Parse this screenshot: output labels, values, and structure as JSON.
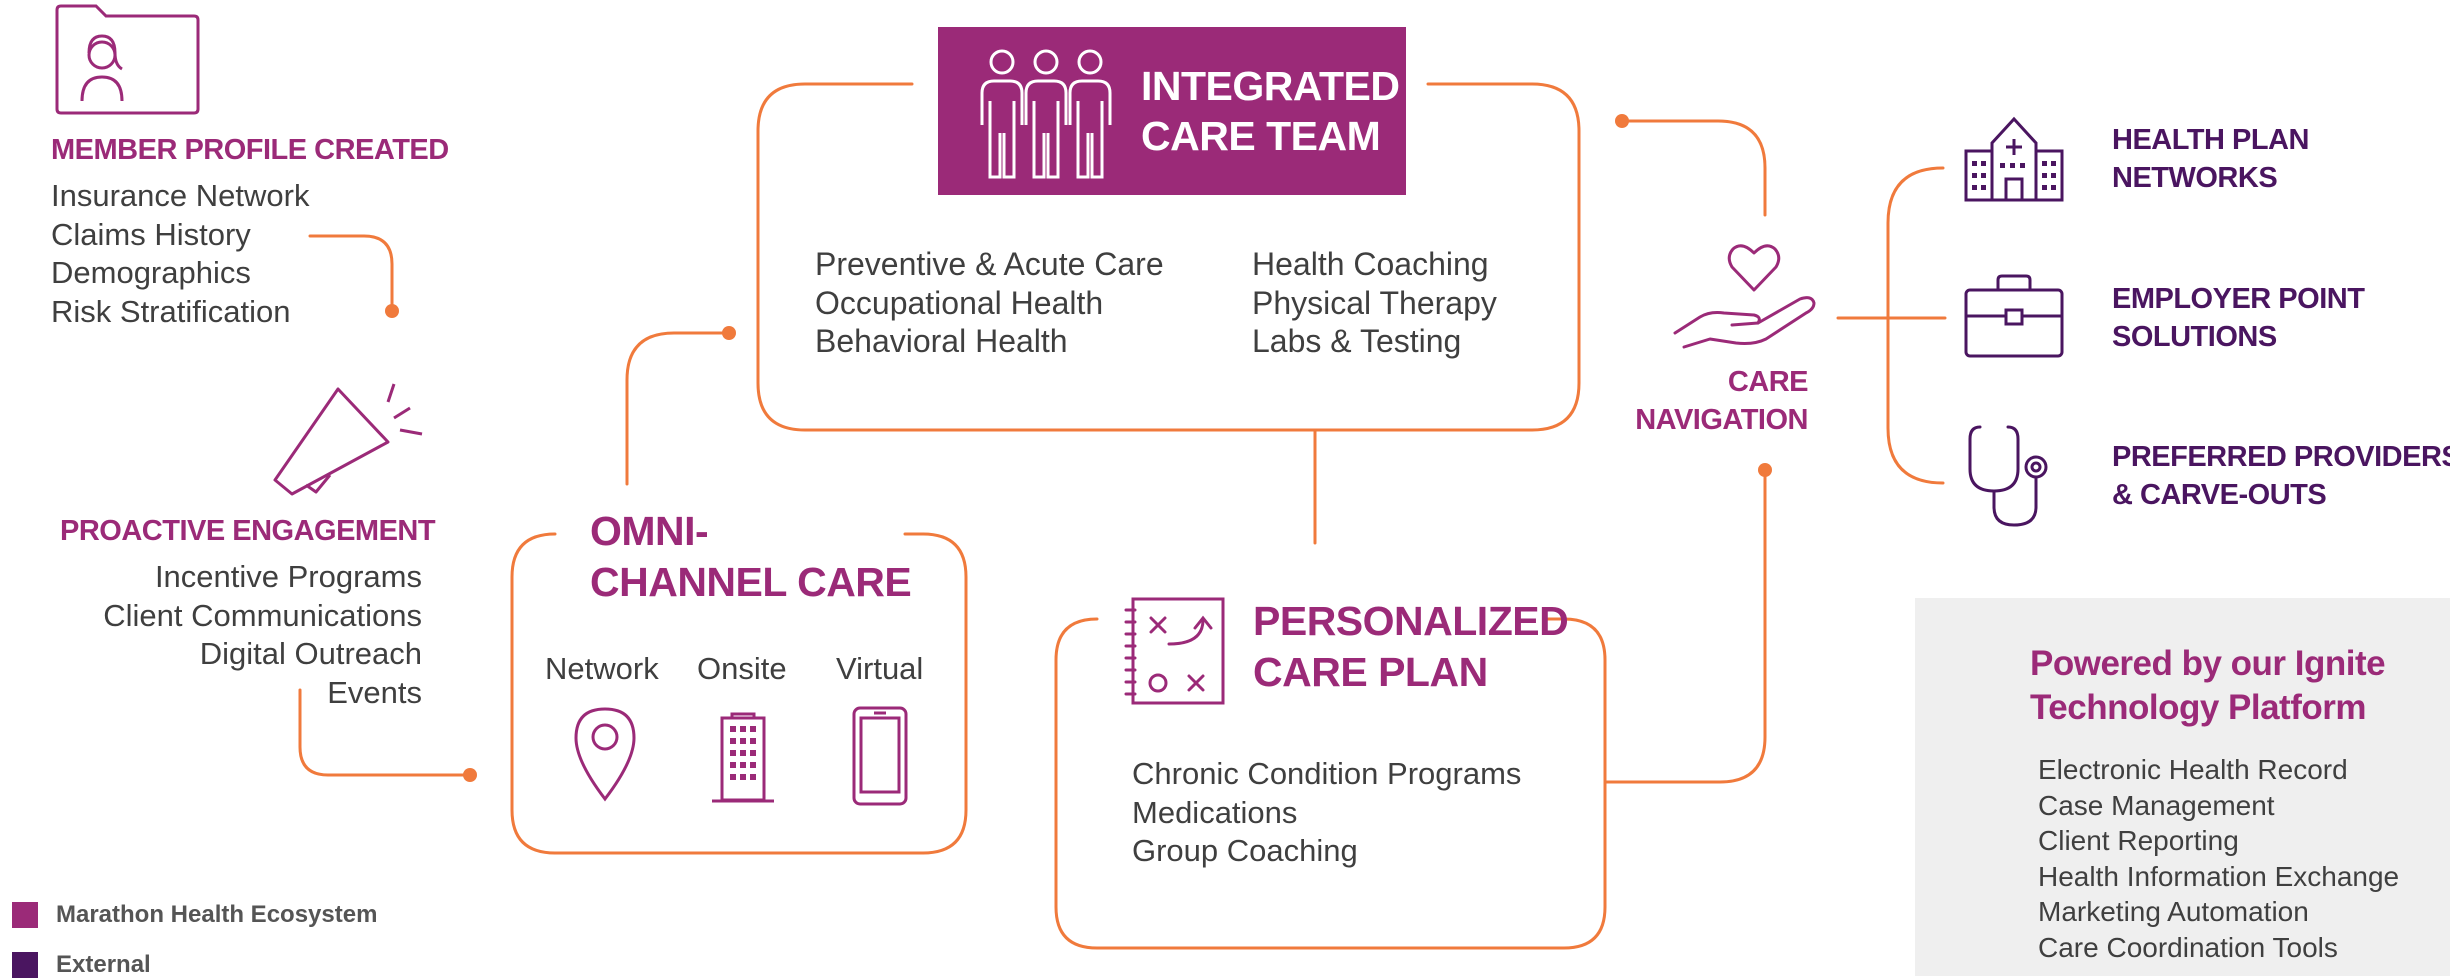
{
  "member_profile": {
    "title": "MEMBER PROFILE CREATED",
    "items": [
      "Insurance Network",
      "Claims History",
      "Demographics",
      "Risk Stratification"
    ],
    "icon": "member-profile-folder-icon"
  },
  "proactive_engagement": {
    "title": "PROACTIVE ENGAGEMENT",
    "items": [
      "Incentive Programs",
      "Client Communications",
      "Digital Outreach",
      "Events"
    ],
    "icon": "megaphone-icon"
  },
  "integrated_care_team": {
    "title_line1": "INTEGRATED",
    "title_line2": "CARE TEAM",
    "left_items": [
      "Preventive & Acute Care",
      "Occupational Health",
      "Behavioral Health"
    ],
    "right_items": [
      "Health Coaching",
      "Physical Therapy",
      "Labs & Testing"
    ],
    "icon": "care-team-people-icon"
  },
  "omni_channel": {
    "title_line1": "OMNI-",
    "title_line2": "CHANNEL CARE",
    "channels": [
      {
        "label": "Network",
        "icon": "location-pin-icon"
      },
      {
        "label": "Onsite",
        "icon": "building-icon"
      },
      {
        "label": "Virtual",
        "icon": "mobile-phone-icon"
      }
    ]
  },
  "care_plan": {
    "title_line1": "PERSONALIZED",
    "title_line2": "CARE PLAN",
    "items": [
      "Chronic Condition Programs",
      "Medications",
      "Group Coaching"
    ],
    "icon": "strategy-notebook-icon"
  },
  "care_navigation": {
    "title_line1": "CARE",
    "title_line2": "NAVIGATION",
    "icon": "heart-hand-icon"
  },
  "external": [
    {
      "line1": "HEALTH PLAN",
      "line2": "NETWORKS",
      "icon": "hospital-icon"
    },
    {
      "line1": "EMPLOYER POINT",
      "line2": "SOLUTIONS",
      "icon": "briefcase-icon"
    },
    {
      "line1": "PREFERRED PROVIDERS",
      "line2": "& CARVE-OUTS",
      "icon": "stethoscope-icon"
    }
  ],
  "platform": {
    "title_line1": "Powered by our Ignite",
    "title_line2": "Technology Platform",
    "items": [
      "Electronic Health Record",
      "Case Management",
      "Client Reporting",
      "Health Information Exchange",
      "Marketing Automation",
      "Care Coordination Tools"
    ]
  },
  "legend": [
    {
      "label": "Marathon Health Ecosystem",
      "color": "#9b2a78"
    },
    {
      "label": "External",
      "color": "#4a1560"
    }
  ],
  "colors": {
    "orange": "#f07a3c",
    "magenta": "#9b2a78",
    "purple": "#4a1560",
    "panel_gray": "#efefef"
  }
}
